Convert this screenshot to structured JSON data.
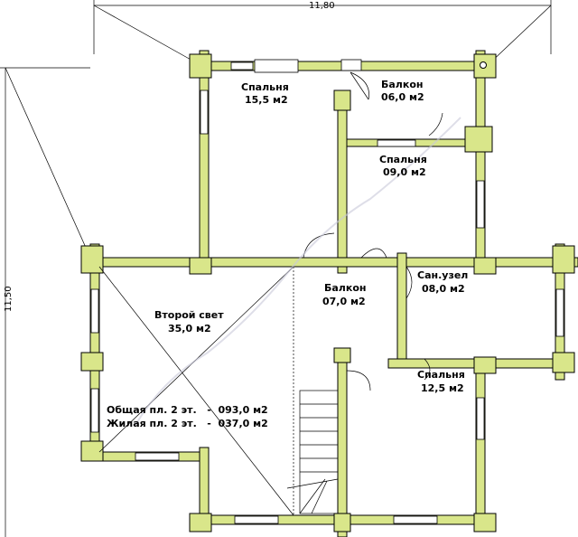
{
  "dimensions": {
    "width_label": "11,80",
    "height_label": "11,50"
  },
  "rooms": {
    "bedroom_1": {
      "name": "Спальня",
      "area": "15,5 м2"
    },
    "balcony_1": {
      "name": "Балкон",
      "area": "06,0 м2"
    },
    "bedroom_2": {
      "name": "Спальня",
      "area": "09,0 м2"
    },
    "second_light": {
      "name": "Второй свет",
      "area": "35,0 м2"
    },
    "balcony_2": {
      "name": "Балкон",
      "area": "07,0 м2"
    },
    "bathroom": {
      "name": "Сан.узел",
      "area": "08,0 м2"
    },
    "bedroom_3": {
      "name": "Спальня",
      "area": "12,5 м2"
    }
  },
  "totals": {
    "total": "Общая пл. 2 эт.   -  093,0 м2",
    "living": "Жилая пл. 2 эт.   -  037,0 м2"
  },
  "colors": {
    "wall_fill": "#d9e68a"
  }
}
